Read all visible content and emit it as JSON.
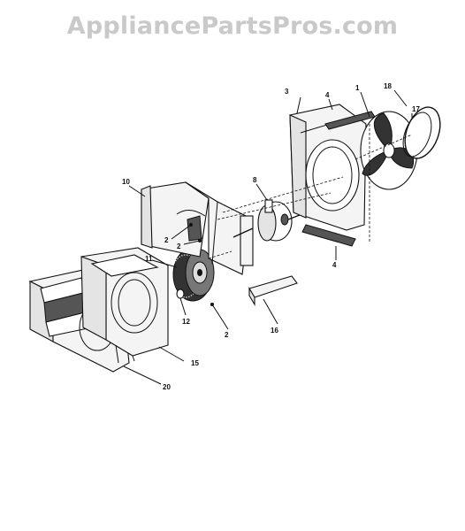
{
  "watermark": "AppliancePartsPros.com",
  "corner_text": "",
  "callouts": {
    "c1": "1",
    "c2a": "2",
    "c2b": "2",
    "c2c": "2",
    "c3": "3",
    "c4a": "4",
    "c4b": "4",
    "c8": "8",
    "c10": "10",
    "c11": "11",
    "c12": "12",
    "c15": "15",
    "c16": "16",
    "c17": "17",
    "c18": "18",
    "c20": "20"
  }
}
